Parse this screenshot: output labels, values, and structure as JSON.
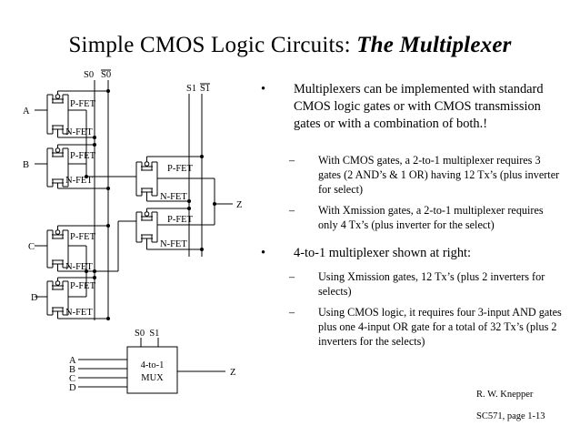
{
  "title": {
    "main": "Simple CMOS Logic Circuits:",
    "emphasis": "The Multiplexer"
  },
  "bullets": [
    {
      "marker": "•",
      "text": "Multiplexers can be implemented with standard CMOS logic gates or with CMOS transmission gates or with a combination of both.!",
      "subs": [
        {
          "marker": "–",
          "text": "With CMOS gates, a 2-to-1 multiplexer requires 3 gates (2 AND’s & 1 OR) having 12 Tx’s (plus inverter for select)"
        },
        {
          "marker": "–",
          "text": "With Xmission gates, a 2-to-1 multiplexer requires only 4 Tx’s (plus inverter for the select)"
        }
      ]
    },
    {
      "marker": "•",
      "text": "4-to-1 multiplexer shown at right:",
      "subs": [
        {
          "marker": "–",
          "text": "Using Xmission gates, 12 Tx’s (plus 2 inverters for selects)"
        },
        {
          "marker": "–",
          "text": "Using CMOS logic, it requires four 3-input AND gates plus one 4-input OR gate for a total of 32 Tx’s (plus 2 inverters for the selects)"
        }
      ]
    }
  ],
  "circuit": {
    "select_labels": {
      "s0": "S0",
      "s0_bar": "S0",
      "s1": "S1",
      "s1_bar": "S1"
    },
    "inputs": [
      "A",
      "B",
      "C",
      "D"
    ],
    "pfet_label": "P-FET",
    "nfet_label": "N-FET",
    "output_label": "Z"
  },
  "block": {
    "select_caption": "S0  S1",
    "inputs": [
      "A",
      "B",
      "C",
      "D"
    ],
    "box_line1": "4-to-1",
    "box_line2": "MUX",
    "output": "Z"
  },
  "footer": {
    "author": "R. W. Knepper",
    "page": "SC571,  page 1-13"
  }
}
